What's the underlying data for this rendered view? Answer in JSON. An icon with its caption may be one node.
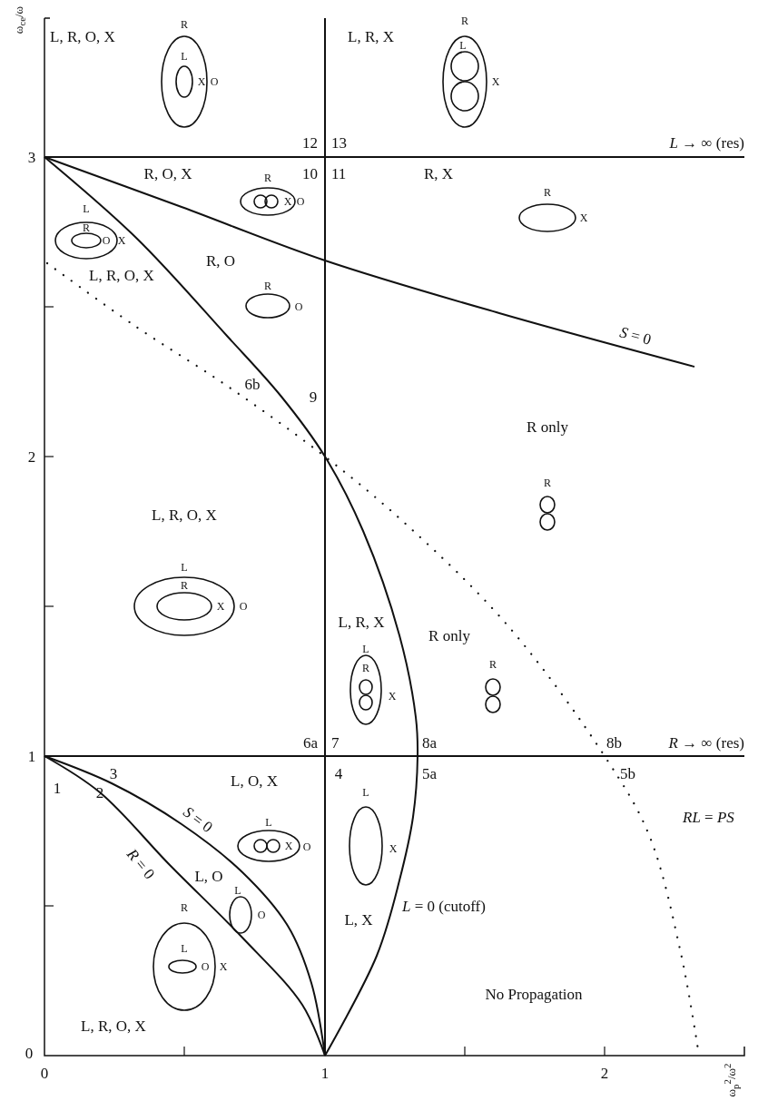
{
  "diagram": {
    "labels": [
      "ω$_{ce}$/ω",
      "L, R, O, X",
      "R",
      "L",
      "X",
      "O",
      "L, R, X",
      "R",
      "L",
      "X",
      "12",
      "13",
      "*L* → ∞ (res)",
      "3",
      "R, O, X",
      "10",
      "11",
      "R, X",
      "R",
      "X",
      "O",
      "R",
      "X",
      "L",
      "R",
      "O",
      "X",
      "L, R, O, X",
      "R, O",
      "R",
      "O",
      "*S* = 0",
      "6b",
      "9",
      "R only",
      "R",
      "2",
      "L, R, O, X",
      "L",
      "R",
      "X",
      "O",
      "L, R, X",
      "R only",
      "L",
      "R",
      "X",
      "R",
      "6a",
      "7",
      "8a",
      "8b",
      "*R* → ∞ (res)",
      "1",
      "3",
      "4",
      "5a",
      "5b",
      "1",
      "2",
      "L, O, X",
      "*S* = 0",
      "L",
      "X",
      "O",
      "L",
      "X",
      "*R* = 0",
      "*RL* = *PS*",
      "L, O",
      "L",
      "O",
      "R",
      "L",
      "O",
      "X",
      "*L* = 0 (cutoff)",
      "L, X",
      "No Propagation",
      "L, R, O, X",
      "0",
      "0",
      "1",
      "2",
      "ω$_{p}$$^{2}$/ω$^{2}$"
    ]
  }
}
